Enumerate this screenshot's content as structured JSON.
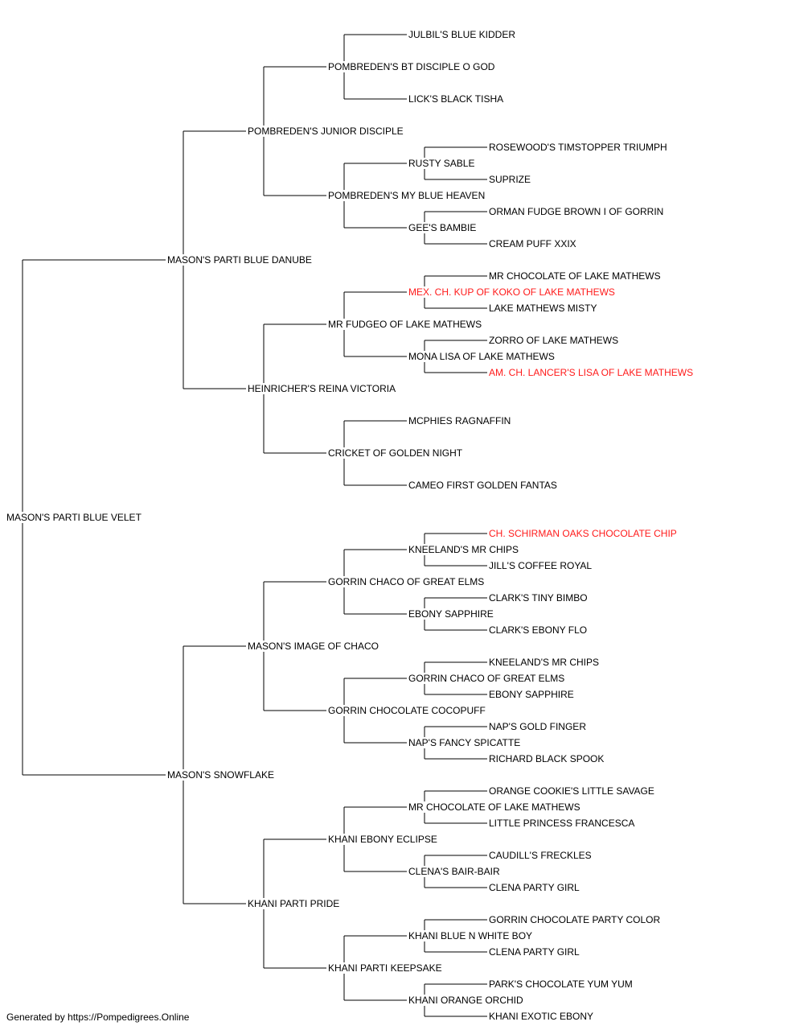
{
  "footer": "Generated by https://Pompedigrees.Online",
  "colors": {
    "line": "#000000",
    "text": "#000000",
    "champion": "#ff1a1a"
  },
  "pedigree": {
    "name": "MASON'S PARTI BLUE VELET",
    "sire": {
      "name": "MASON'S PARTI BLUE DANUBE",
      "sire": {
        "name": "POMBREDEN'S JUNIOR DISCIPLE",
        "sire": {
          "name": "POMBREDEN'S BT DISCIPLE O GOD",
          "sire": {
            "name": "JULBIL'S BLUE KIDDER"
          },
          "dam": {
            "name": "LICK'S BLACK TISHA"
          }
        },
        "dam": {
          "name": "POMBREDEN'S MY BLUE HEAVEN",
          "sire": {
            "name": "RUSTY SABLE",
            "sire": {
              "name": "ROSEWOOD'S TIMSTOPPER TRIUMPH"
            },
            "dam": {
              "name": "SUPRIZE"
            }
          },
          "dam": {
            "name": "GEE'S BAMBIE",
            "sire": {
              "name": "ORMAN FUDGE BROWN I OF GORRIN"
            },
            "dam": {
              "name": "CREAM PUFF XXIX"
            }
          }
        }
      },
      "dam": {
        "name": "HEINRICHER'S REINA VICTORIA",
        "sire": {
          "name": "MR FUDGEO OF LAKE MATHEWS",
          "sire": {
            "name": "MEX. CH. KUP OF KOKO OF LAKE MATHEWS",
            "champion": true,
            "sire": {
              "name": "MR CHOCOLATE OF LAKE MATHEWS"
            },
            "dam": {
              "name": "LAKE MATHEWS MISTY"
            }
          },
          "dam": {
            "name": "MONA LISA OF LAKE MATHEWS",
            "sire": {
              "name": "ZORRO OF LAKE MATHEWS"
            },
            "dam": {
              "name": "AM. CH. LANCER'S LISA OF LAKE MATHEWS",
              "champion": true
            }
          }
        },
        "dam": {
          "name": "CRICKET OF GOLDEN NIGHT",
          "sire": {
            "name": "MCPHIES RAGNAFFIN"
          },
          "dam": {
            "name": "CAMEO FIRST GOLDEN FANTAS"
          }
        }
      }
    },
    "dam": {
      "name": "MASON'S SNOWFLAKE",
      "sire": {
        "name": "MASON'S IMAGE OF CHACO",
        "sire": {
          "name": "GORRIN CHACO OF GREAT ELMS",
          "sire": {
            "name": "KNEELAND'S MR CHIPS",
            "sire": {
              "name": "CH. SCHIRMAN OAKS CHOCOLATE CHIP",
              "champion": true
            },
            "dam": {
              "name": "JILL'S COFFEE ROYAL"
            }
          },
          "dam": {
            "name": "EBONY SAPPHIRE",
            "sire": {
              "name": "CLARK'S TINY BIMBO"
            },
            "dam": {
              "name": "CLARK'S EBONY FLO"
            }
          }
        },
        "dam": {
          "name": "GORRIN CHOCOLATE COCOPUFF",
          "sire": {
            "name": "GORRIN CHACO OF GREAT ELMS",
            "sire": {
              "name": "KNEELAND'S MR CHIPS"
            },
            "dam": {
              "name": "EBONY SAPPHIRE"
            }
          },
          "dam": {
            "name": "NAP'S FANCY SPICATTE",
            "sire": {
              "name": "NAP'S GOLD FINGER"
            },
            "dam": {
              "name": "RICHARD BLACK SPOOK"
            }
          }
        }
      },
      "dam": {
        "name": "KHANI PARTI PRIDE",
        "sire": {
          "name": "KHANI EBONY ECLIPSE",
          "sire": {
            "name": "MR CHOCOLATE OF LAKE MATHEWS",
            "sire": {
              "name": "ORANGE COOKIE'S LITTLE SAVAGE"
            },
            "dam": {
              "name": "LITTLE PRINCESS FRANCESCA"
            }
          },
          "dam": {
            "name": "CLENA'S BAIR-BAIR",
            "sire": {
              "name": "CAUDILL'S FRECKLES"
            },
            "dam": {
              "name": "CLENA PARTY GIRL"
            }
          }
        },
        "dam": {
          "name": "KHANI PARTI KEEPSAKE",
          "sire": {
            "name": "KHANI BLUE N WHITE BOY",
            "sire": {
              "name": "GORRIN CHOCOLATE PARTY COLOR"
            },
            "dam": {
              "name": "CLENA PARTY GIRL"
            }
          },
          "dam": {
            "name": "KHANI ORANGE ORCHID",
            "sire": {
              "name": "PARK'S CHOCOLATE YUM YUM"
            },
            "dam": {
              "name": "KHANI EXOTIC EBONY"
            }
          }
        }
      }
    }
  }
}
